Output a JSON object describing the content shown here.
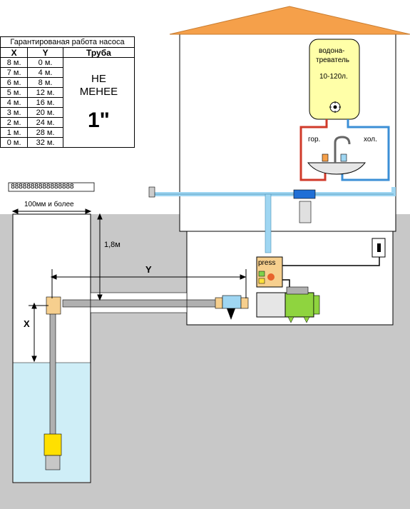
{
  "table": {
    "title": "Гарантированая работа насоса",
    "headers": [
      "X",
      "Y",
      "Труба"
    ],
    "rows": [
      [
        "8 м.",
        "0 м."
      ],
      [
        "7 м.",
        "4 м."
      ],
      [
        "6 м.",
        "8 м."
      ],
      [
        "5 м.",
        "12 м."
      ],
      [
        "4 м.",
        "16 м."
      ],
      [
        "3 м.",
        "20 м."
      ],
      [
        "2 м.",
        "24 м."
      ],
      [
        "1 м.",
        "28 м."
      ],
      [
        "0 м.",
        "32 м."
      ]
    ],
    "note_line1": "НЕ",
    "note_line2": "МЕНЕЕ",
    "pipe_size": "1\""
  },
  "labels": {
    "well_id": "8888888888888888",
    "well_width": "100мм и более",
    "depth": "1,8м",
    "y_axis": "Y",
    "x_axis": "X",
    "press": "press",
    "heater_line1": "водона-",
    "heater_line2": "треватель",
    "heater_volume": "10-120л.",
    "hot": "гор.",
    "cold": "хол."
  },
  "colors": {
    "roof": "#f5a04a",
    "ground": "#c8c8c8",
    "water": "#cfeef7",
    "pipe_blue": "#9fd6f2",
    "pipe_red": "#d03a2a",
    "heater": "#ffffa8",
    "pump_green": "#8fd43f",
    "fitting": "#f6cf8e",
    "valve_blue": "#1f6fd6",
    "well_pipe": "#b0b0b0"
  }
}
